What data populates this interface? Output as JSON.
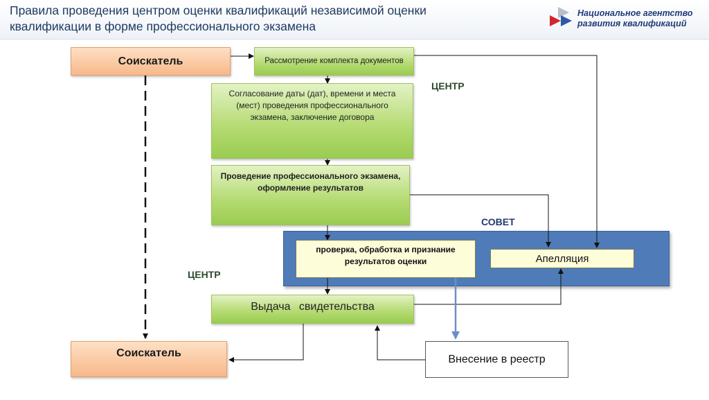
{
  "header": {
    "title": "Правила проведения центром оценки квалификаций независимой оценки квалификации в форме профессионального экзамена",
    "logo_line1": "Национальное агентство",
    "logo_line2": "развития квалификаций",
    "colors": {
      "logo_red": "#d0262f",
      "logo_blue": "#2d5aa8",
      "logo_grey": "#b9bfc8"
    }
  },
  "nodes": {
    "applicant_top": "Соискатель",
    "review": "Рассмотрение комплекта документов",
    "agreement": "Согласование даты (дат), времени и места (мест) проведения профессионального экзамена, заключение договора",
    "conduct": "Проведение профессионального экзамена, оформление результатов",
    "check": "проверка, обработка и признание результатов оценки",
    "appeal": "Апелляция",
    "certificate": "Выдача свидетельства",
    "registry": "Внесение в реестр",
    "applicant_bottom": "Соискатель"
  },
  "labels": {
    "centr_1": "ЦЕНТР",
    "sovet": "СОВЕТ",
    "centr_2": "ЦЕНТР"
  },
  "colors": {
    "applicant_fill": "#f8b88a",
    "center_fill": "#b7dc76",
    "council_panel": "#4f7cb8",
    "council_box_fill": "#fefdd9",
    "connector": "#111111",
    "registry_arrow": "#6b8fc4"
  }
}
